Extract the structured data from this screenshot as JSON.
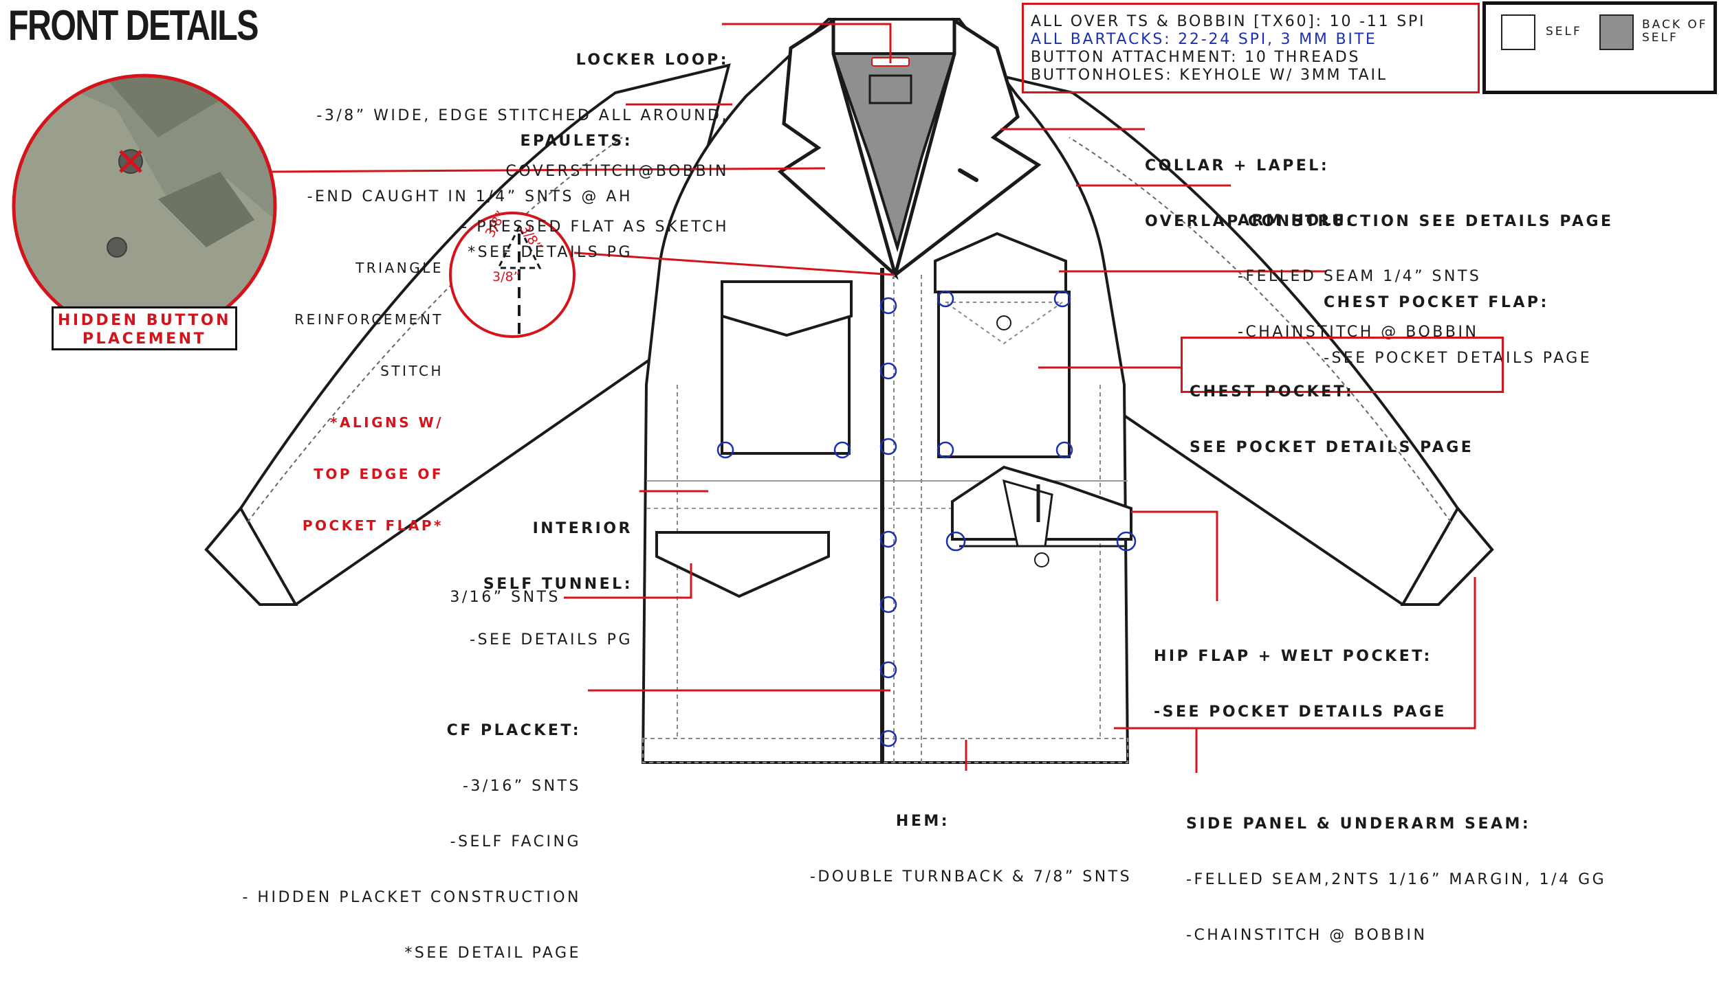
{
  "title": "FRONT DETAILS",
  "spec_box": {
    "lines": [
      "ALL OVER TS & BOBBIN [TX60]: 10 -11 SPI",
      "ALL BARTACKS: 22-24 SPI, 3 MM BITE",
      "BUTTON ATTACHMENT: 10 THREADS",
      "BUTTONHOLES: KEYHOLE W/ 3MM TAIL"
    ]
  },
  "legend": {
    "self": "SELF",
    "back_of_self": "BACK OF SELF"
  },
  "colors": {
    "callout": "#d4141b",
    "button_marker": "#1b2fb0",
    "back_of_self": "#8f8f8f",
    "outline": "#1a1a1a"
  },
  "callouts": {
    "locker_loop": {
      "title": "LOCKER LOOP:",
      "lines": [
        "-3/8” WIDE, EDGE STITCHED ALL AROUND,",
        "COVERSTITCH@BOBBIN",
        "- PRESSED FLAT AS SKETCH"
      ]
    },
    "epaulets": {
      "title": "EPAULETS:",
      "lines": [
        "-END CAUGHT IN 1/4” SNTS @ AH",
        "*SEE DETAILS PG"
      ]
    },
    "triangle": {
      "lines": [
        "TRIANGLE",
        "REINFORCEMENT",
        "STITCH"
      ],
      "red_lines": [
        "*ALIGNS W/",
        "TOP EDGE OF",
        "POCKET FLAP*"
      ],
      "dims": [
        "3/8”",
        "3/8”",
        "3/8”"
      ]
    },
    "hidden_button": {
      "label_line1": "HIDDEN BUTTON",
      "label_line2": "PLACEMENT"
    },
    "interior_tunnel": {
      "title_line1": "INTERIOR",
      "title_line2": "SELF TUNNEL:",
      "lines": [
        "-SEE DETAILS PG"
      ]
    },
    "snts_316": {
      "text": "3/16” SNTS"
    },
    "cf_placket": {
      "title": "CF PLACKET:",
      "lines": [
        "-3/16” SNTS",
        "-SELF FACING",
        "- HIDDEN PLACKET CONSTRUCTION",
        "*SEE DETAIL PAGE"
      ]
    },
    "hem": {
      "title": "HEM:",
      "lines": [
        "-DOUBLE TURNBACK & 7/8” SNTS"
      ]
    },
    "collar_lapel": {
      "title": "COLLAR + LAPEL:",
      "lines": [
        "OVERLAP CONSTRUCTION SEE DETAILS PAGE"
      ]
    },
    "arm_hole": {
      "title": "ARM HOLE:",
      "lines": [
        "-FELLED SEAM 1/4” SNTS",
        "-CHAINSTITCH @ BOBBIN"
      ]
    },
    "chest_flap": {
      "title": "CHEST POCKET FLAP:",
      "lines": [
        "-SEE POCKET DETAILS PAGE"
      ]
    },
    "chest_pocket": {
      "title_line1": "CHEST POCKET:",
      "title_line2": "SEE POCKET DETAILS PAGE"
    },
    "hip_flap": {
      "title": "HIP FLAP + WELT POCKET:",
      "line2": "-SEE POCKET DETAILS PAGE"
    },
    "side_panel": {
      "title": "SIDE PANEL & UNDERARM SEAM:",
      "lines": [
        "-FELLED SEAM,2NTS 1/16” MARGIN, 1/4 GG",
        "-CHAINSTITCH @ BOBBIN"
      ]
    }
  }
}
